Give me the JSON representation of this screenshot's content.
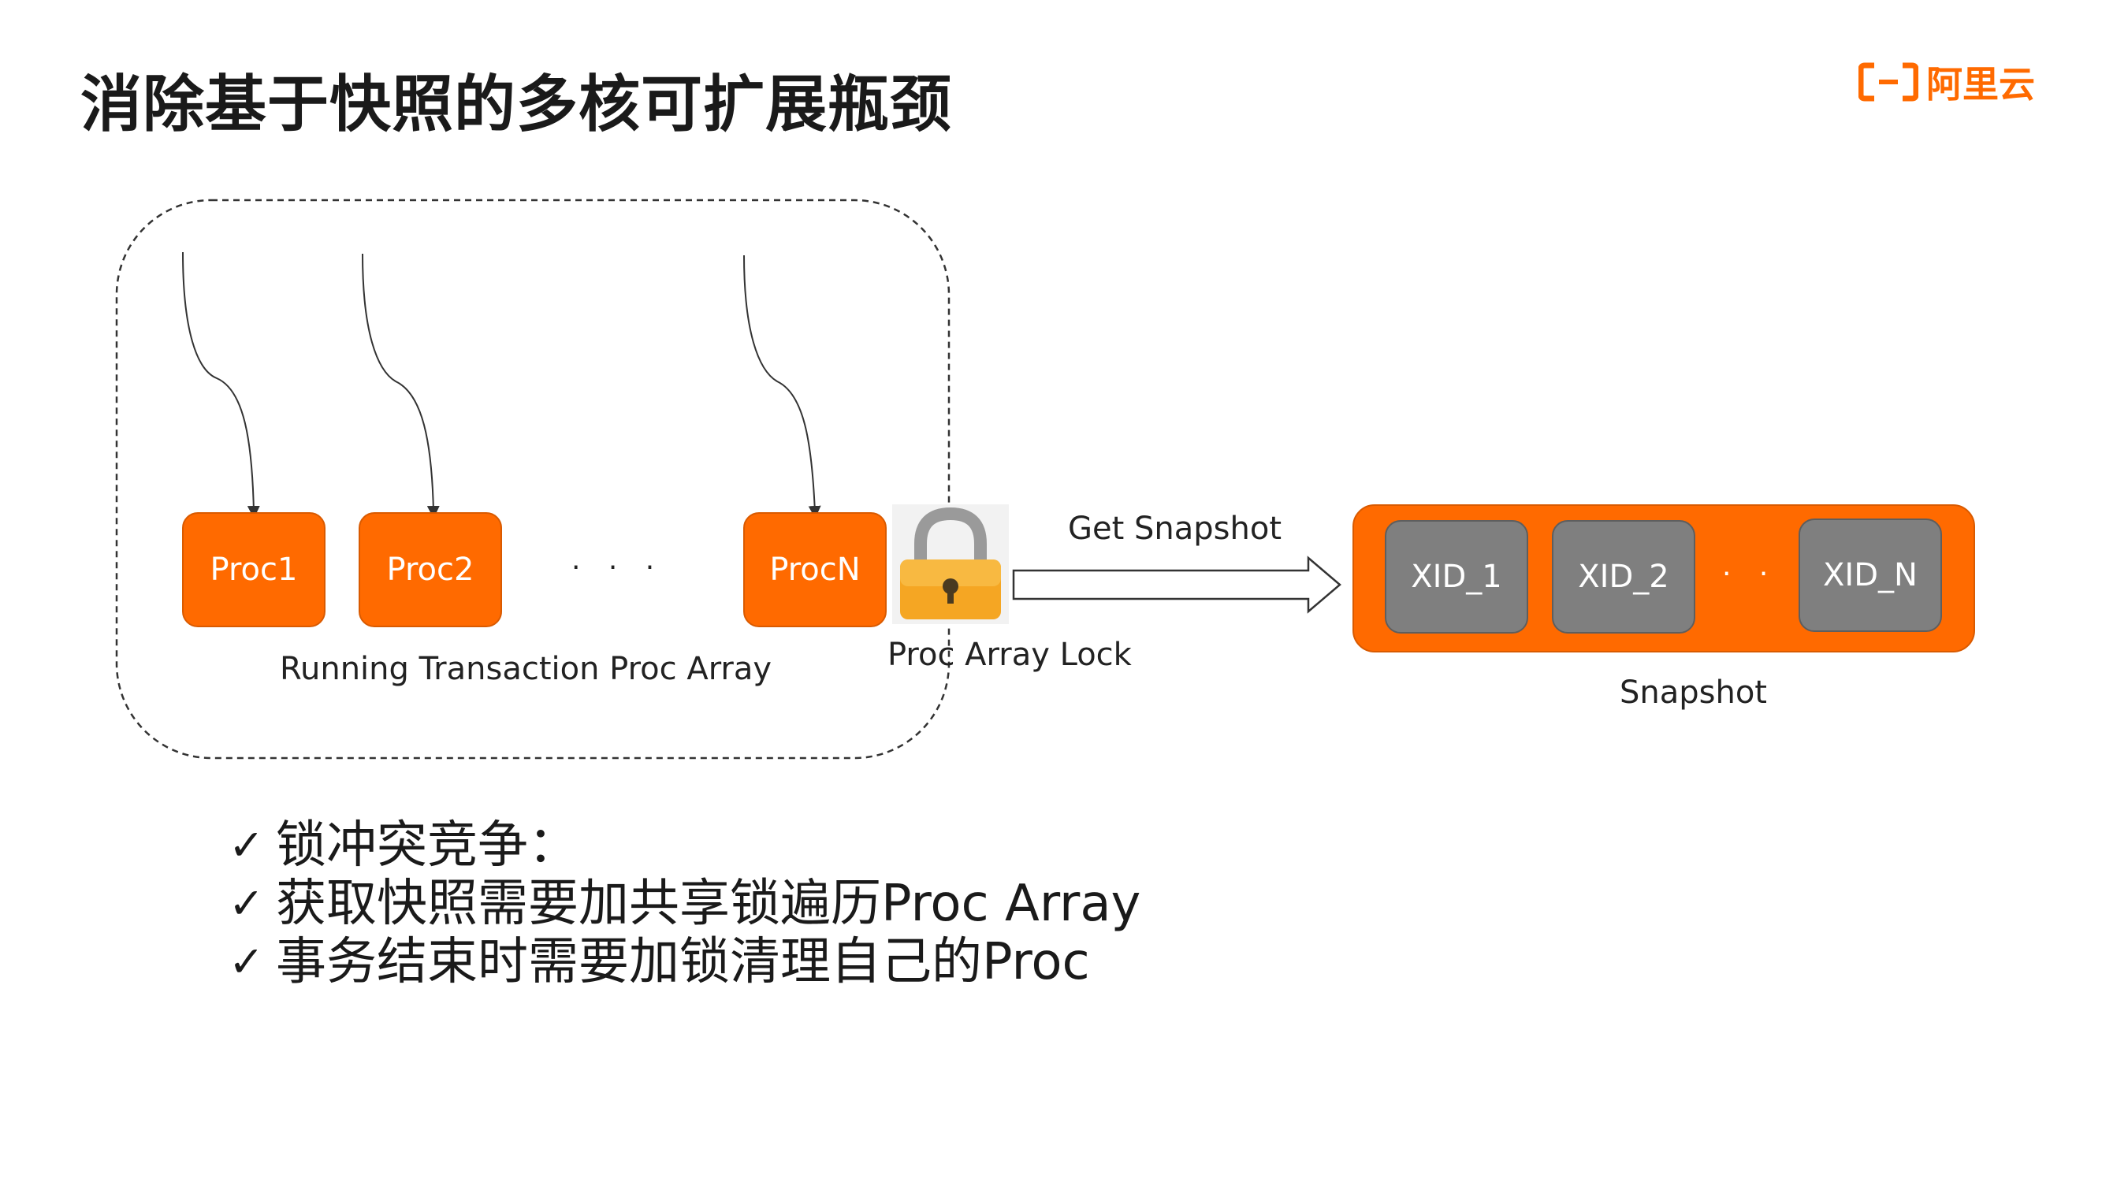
{
  "slide": {
    "title": "消除基于快照的多核可扩展瓶颈",
    "logo_text": "阿里云"
  },
  "diagram": {
    "procs": [
      "Proc1",
      "Proc2",
      "ProcN"
    ],
    "proc_ellipsis": "· · ·",
    "proc_array_label": "Running Transaction Proc Array",
    "lock_label": "Proc Array Lock",
    "arrow_label": "Get Snapshot",
    "xids": [
      "XID_1",
      "XID_2",
      "XID_N"
    ],
    "xid_ellipsis": "· · ·",
    "snapshot_label": "Snapshot"
  },
  "bullets": [
    {
      "check": "✓",
      "text": "锁冲突竞争："
    },
    {
      "check": "✓",
      "text": "获取快照需要加共享锁遍历Proc Array"
    },
    {
      "check": "✓",
      "text": "事务结束时需要加锁清理自己的Proc"
    }
  ],
  "colors": {
    "accent": "#ff6a00",
    "xid_gray": "#7f7f7f"
  }
}
